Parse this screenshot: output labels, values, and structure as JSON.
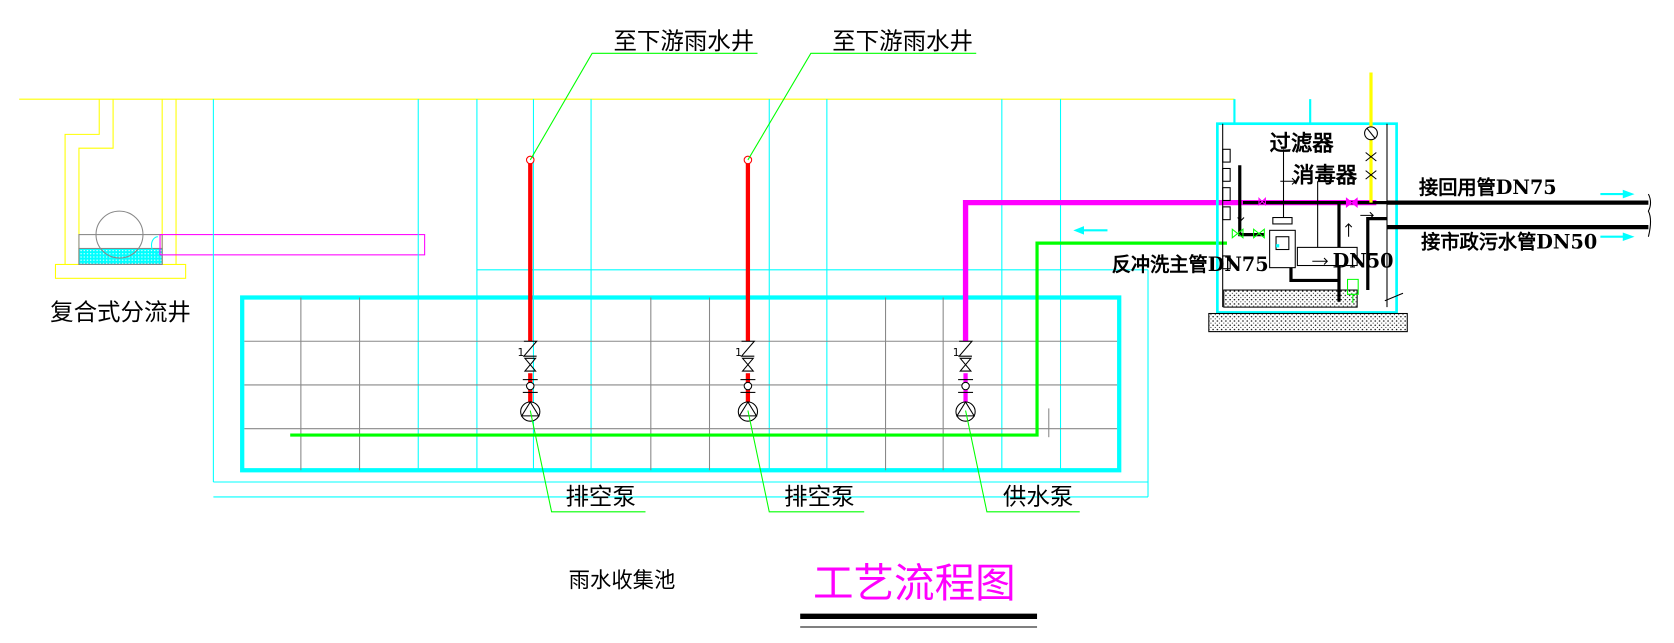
{
  "title": "工艺流程图",
  "labels": {
    "downstream_well_1": "至下游雨水井",
    "downstream_well_2": "至下游雨水井",
    "drain_pump_1": "排空泵",
    "drain_pump_2": "排空泵",
    "supply_pump": "供水泵",
    "diversion_well": "复合式分流井",
    "collection_tank": "雨水收集池",
    "filter": "过滤器",
    "disinfector": "消毒器",
    "reuse_pipe": "接回用管DN75",
    "sewer_pipe": "接市政污水管DN50",
    "backwash_pipe": "反冲洗主管DN75",
    "dn50": "DN50"
  },
  "colors": {
    "title": "#ff00ff",
    "drain_pipe": "#ff0000",
    "supply_pipe": "#ff00ff",
    "backwash_pipe": "#00ff00",
    "structure": "#00ffff",
    "ground": "#ffff00",
    "outlet_pipe": "#000000"
  }
}
